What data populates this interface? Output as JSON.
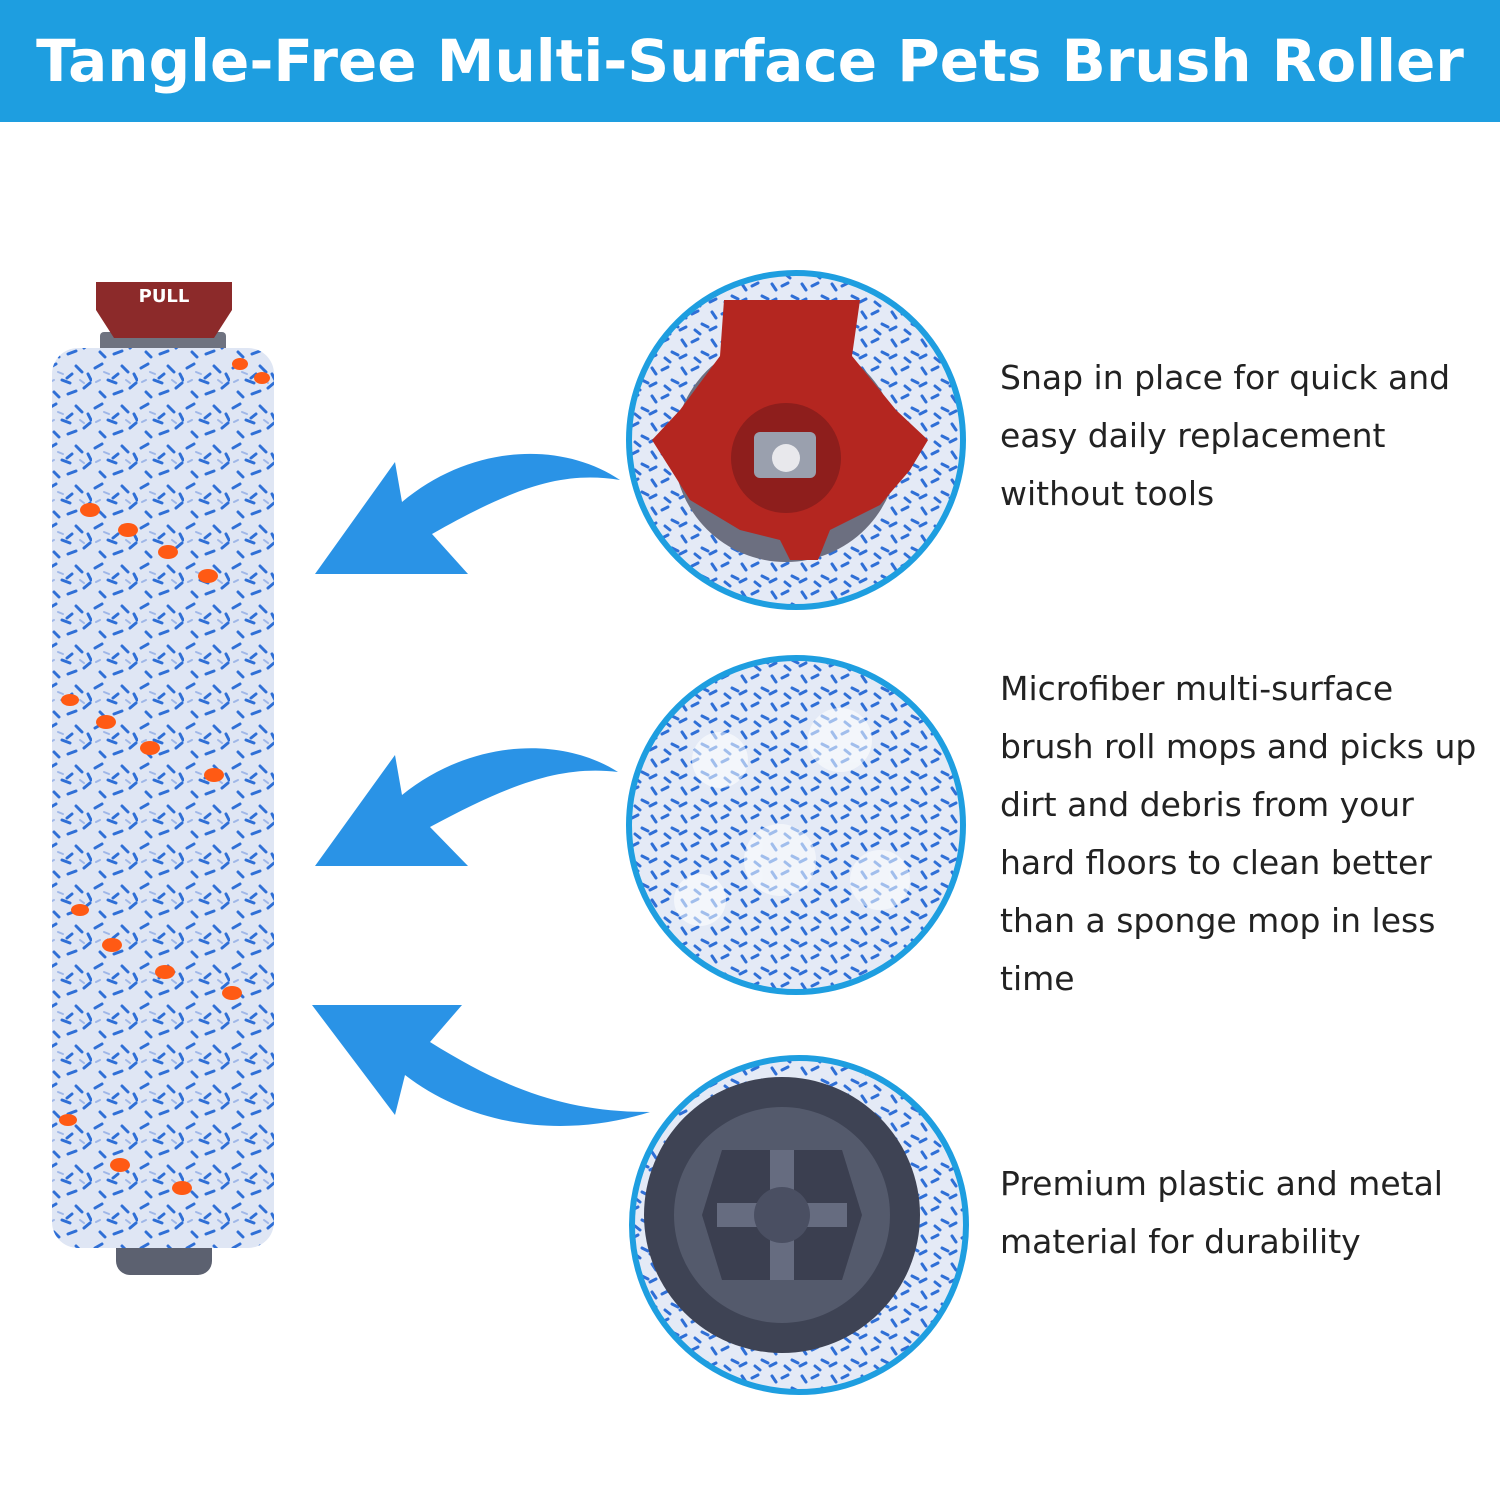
{
  "banner": {
    "title": "Tangle-Free Multi-Surface Pets Brush Roller"
  },
  "product": {
    "cap_label": "PULL"
  },
  "features": [
    {
      "text": "Snap in place for quick and easy daily replacement without tools"
    },
    {
      "text": "Microfiber multi-surface brush roll mops and picks up dirt and debris from your hard floors to clean better than a sponge mop in less time"
    },
    {
      "text": "Premium plastic and metal material for durability"
    }
  ],
  "colors": {
    "banner": "#1e9ee0",
    "arrow": "#2a93e6",
    "circle_ring": "#1e9ee0",
    "pull_cap": "#8c2a2a",
    "fiber_blue": "#2f6fd6",
    "fiber_orange": "#ff5a14"
  }
}
